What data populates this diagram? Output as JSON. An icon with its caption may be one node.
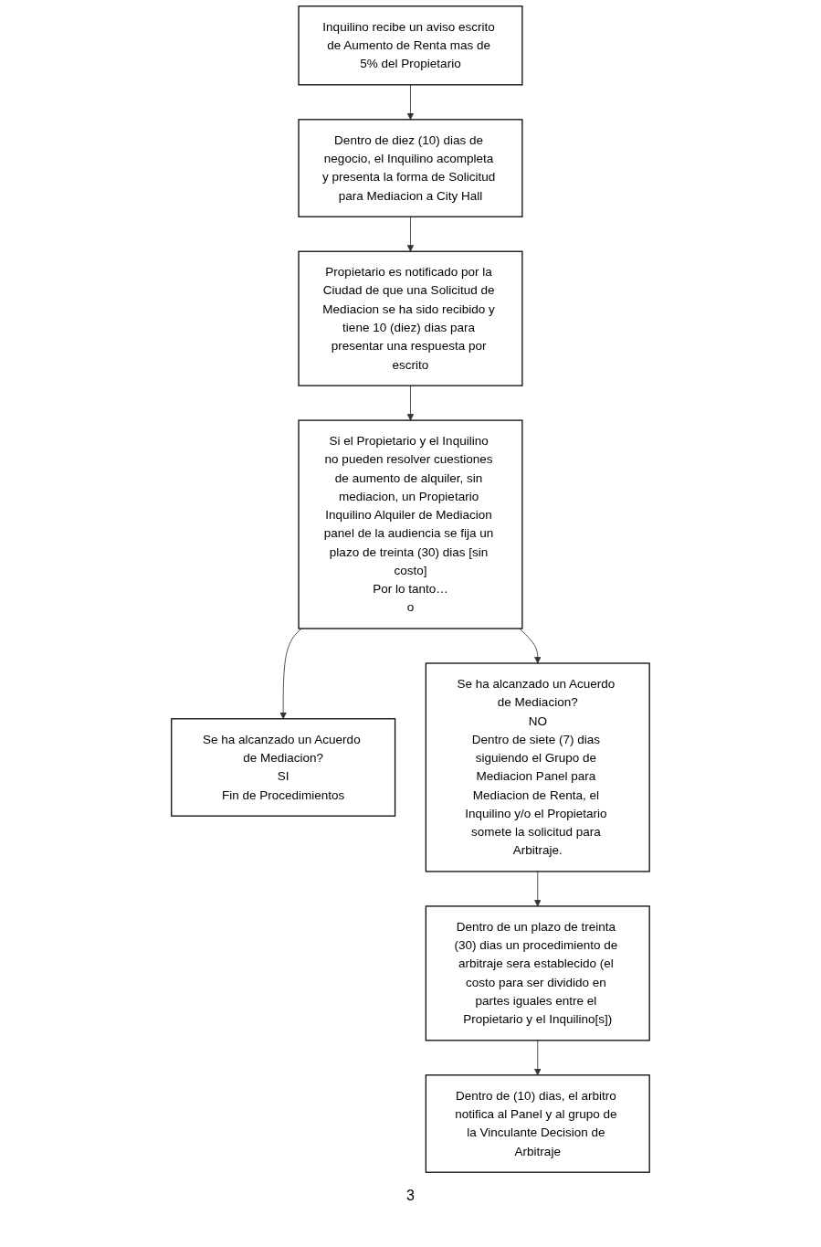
{
  "diagram": {
    "nodes": [
      {
        "text": [
          "Inquilino recibe un aviso escrito de Aumento de Renta mas de 5% del Propietario"
        ]
      },
      {
        "text": [
          "Dentro de diez (10) dias de negocio, el Inquilino acompleta y presenta la forma de Solicitud para Mediacion a City Hall"
        ]
      },
      {
        "text": [
          "Si el Propietario y el Inquilino no pueden resolver cuestiones de aumento de alquiler, sin mediacion, un Propietario Inquilino Alquiler de Mediacion panel de la audiencia se fija un plazo de treinta (30) dias [sin costo]",
          "Por lo tanto…",
          "o"
        ]
      },
      {
        "text": [
          "Propietario es notificado por la Ciudad de que una Solicitud de Mediacion se ha sido recibido y tiene 10 (diez) dias para presentar una respuesta por escrito"
        ]
      },
      {
        "text": [
          "Se ha alcanzado un Acuerdo de Mediacion?",
          "SI",
          "Fin de Procedimientos"
        ]
      },
      {
        "text": [
          "Se ha alcanzado un Acuerdo de Mediacion?",
          "NO",
          "Dentro de siete (7) dias siguiendo el Grupo de Mediacion Panel para Mediacion de Renta, el Inquilino y/o el Propietario somete la solicitud para Arbitraje."
        ]
      },
      {
        "text": [
          "Dentro de un plazo de treinta (30) dias un procedimiento de arbitraje sera establecido (el costo para ser dividido en partes iguales entre el Propietario y el Inquilino[s])"
        ]
      },
      {
        "text": [
          "Dentro de (10) dias, el arbitro notifica al Panel y al grupo de la Vinculante Decision de Arbitraje"
        ]
      }
    ],
    "edges": [
      {
        "from": 0,
        "to": 1,
        "arrow": "to"
      },
      {
        "from": 1,
        "to": 3,
        "arrow": "to"
      },
      {
        "from": 3,
        "to": 2,
        "arrow": "to"
      },
      {
        "from": 2,
        "to": 4,
        "arrow": "to"
      },
      {
        "from": 2,
        "to": 5,
        "arrow": "to"
      },
      {
        "from": 5,
        "to": 6,
        "arrow": "to"
      },
      {
        "from": 6,
        "to": 7,
        "arrow": "to"
      }
    ],
    "labels": [
      "3"
    ]
  }
}
